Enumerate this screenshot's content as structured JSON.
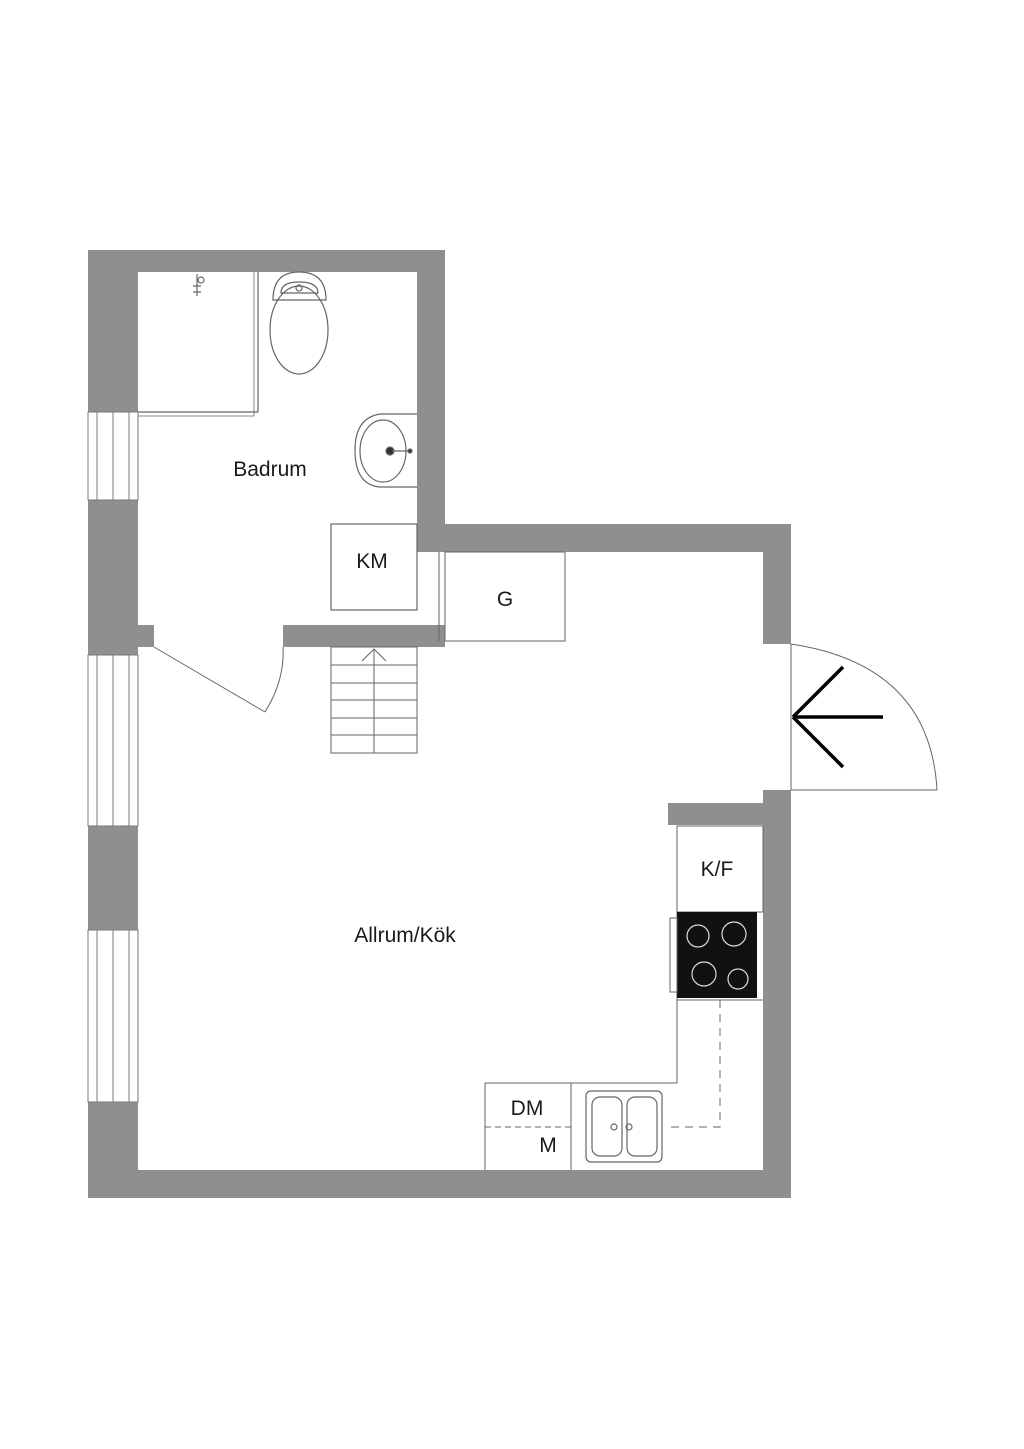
{
  "rooms": {
    "badrum": "Badrum",
    "allrum": "Allrum/Kök"
  },
  "fixtures": {
    "km": "KM",
    "g": "G",
    "kf": "K/F",
    "dm": "DM",
    "m": "M"
  },
  "colors": {
    "wall": "#8f8f8f",
    "line": "#555555",
    "stove": "#111111",
    "background": "#ffffff"
  }
}
